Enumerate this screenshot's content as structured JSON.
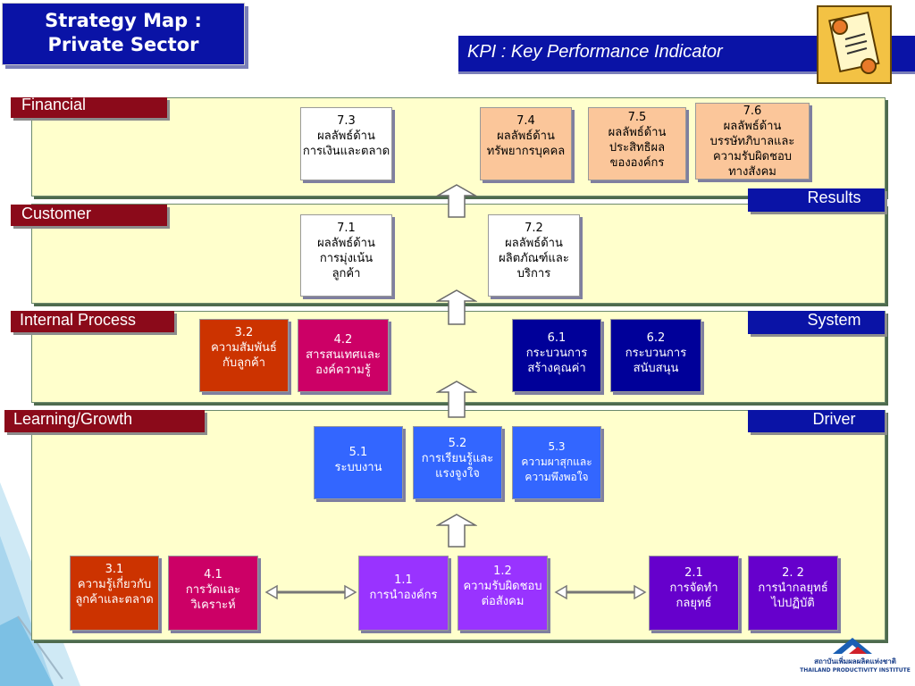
{
  "header": {
    "title_line1": "Strategy Map :",
    "title_line2": "Private Sector",
    "kpi": "KPI : Key Performance Indicator"
  },
  "perspectives": {
    "financial": "Financial",
    "customer": "Customer",
    "internal": "Internal Process",
    "learning": "Learning/Growth"
  },
  "side_labels": {
    "results": "Results",
    "system": "System",
    "driver": "Driver"
  },
  "boxes": {
    "b73": "7.3\nผลลัพธ์ด้าน\nการเงินและตลาด",
    "b74": "7.4\nผลลัพธ์ด้าน\nทรัพยากรบุคคล",
    "b75": "7.5\nผลลัพธ์ด้าน\nประสิทธิผล\nขององค์กร",
    "b76": "7.6\nผลลัพธ์ด้าน\nบรรษัทภิบาลและ\nความรับผิดชอบ\nทางสังคม",
    "b71": "7.1\nผลลัพธ์ด้าน\nการมุ่งเน้น\nลูกค้า",
    "b72": "7.2\nผลลัพธ์ด้าน\nผลิตภัณฑ์และ\nบริการ",
    "b32": "3.2\nความสัมพันธ์\nกับลูกค้า",
    "b42": "4.2\nสารสนเทศและ\nองค์ความรู้",
    "b61": "6.1\nกระบวนการ\nสร้างคุณค่า",
    "b62": "6.2\nกระบวนการ\nสนับสนุน",
    "b51": "5.1\nระบบงาน",
    "b52": "5.2\nการเรียนรู้และ\nแรงจูงใจ",
    "b53": "5.3\nความผาสุกและ\nความพึงพอใจ",
    "b31": "3.1\nความรู้เกี่ยวกับ\nลูกค้าและตลาด",
    "b41": "4.1\nการวัดและ\nวิเคราะห์",
    "b11": "1.1\nการนำองค์กร",
    "b12": "1.2\nความรับผิดชอบ\nต่อสังคม",
    "b21": "2.1\nการจัดทำ\nกลยุทธ์",
    "b22": "2. 2\nการนำกลยุทธ์\nไปปฏิบัติ"
  },
  "logo": {
    "line1": "สถาบันเพิ่มผลผลิตแห่งชาติ",
    "line2": "THAILAND PRODUCTIVITY INSTITUTE"
  },
  "colors": {
    "navy": "#0a13a6",
    "maroon": "#8b0a1a",
    "panel": "#ffffcc"
  }
}
